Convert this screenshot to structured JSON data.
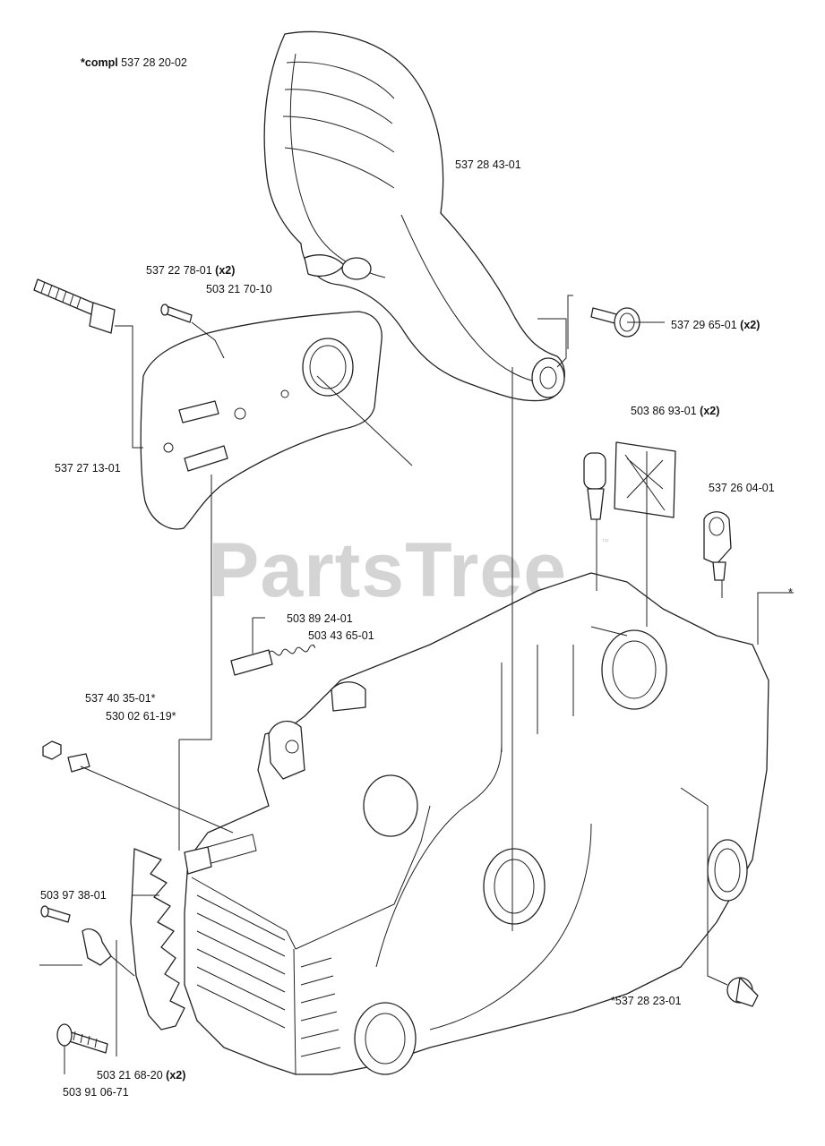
{
  "watermark": {
    "text": "PartsTree",
    "trademark": "™"
  },
  "labels": {
    "compl": {
      "prefix": "*compl",
      "number": "537 28 20-02"
    },
    "cover": {
      "number": "537 28 43-01"
    },
    "bolt_pair": {
      "number": "537 22 78-01",
      "qty": "(x2)"
    },
    "bolt_screw": {
      "number": "503 21 70-10"
    },
    "screw_right": {
      "number": "537 29 65-01",
      "qty": "(x2)"
    },
    "clip_pair": {
      "number": "503 86 93-01",
      "qty": "(x2)"
    },
    "guide_plate": {
      "number": "537 27 13-01"
    },
    "clamp": {
      "number": "537 26 04-01"
    },
    "spring_a": {
      "number": "503 89 24-01"
    },
    "spring_b": {
      "number": "503 43 65-01"
    },
    "star": {
      "number": "*"
    },
    "stud_a": {
      "number": "537 40 35-01*"
    },
    "stud_b": {
      "number": "530 02 61-19*"
    },
    "bumper": {
      "number": "503 97 38-01"
    },
    "crankcase": {
      "number": "*537 28 23-01"
    },
    "screw_pair": {
      "number": "503 21 68-20",
      "qty": "(x2)"
    },
    "screw_bottom": {
      "number": "503 91 06-71"
    }
  }
}
